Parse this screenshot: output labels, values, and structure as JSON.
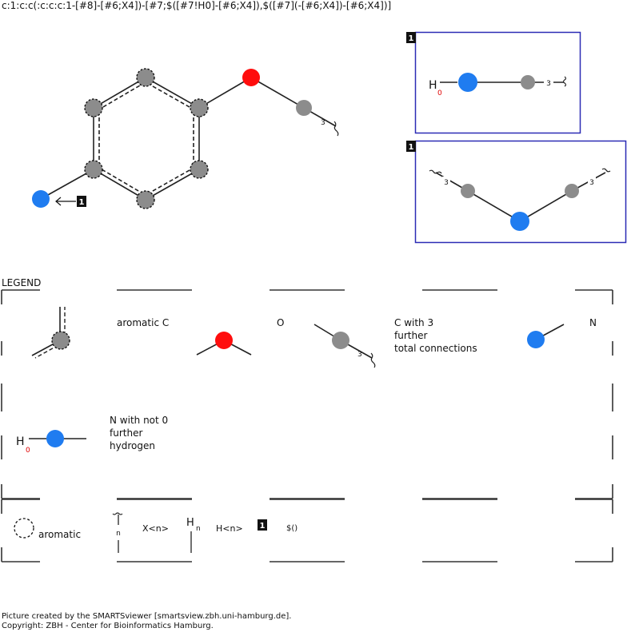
{
  "smarts": "c:1:c:c(:c:c:c:1-[#8]-[#6;X4])-[#7;$([#7!H0]-[#6;X4]),$([#7](-[#6;X4])-[#6;X4])]",
  "main": {
    "connectivity_label": "3",
    "recursive_marker": "1"
  },
  "recursive_box_1": {
    "marker": "1",
    "hydrogen_symbol": "H",
    "hydrogen_count": "0",
    "connectivity_label": "3"
  },
  "recursive_box_2": {
    "marker": "1",
    "left_connectivity": "3",
    "right_connectivity": "3"
  },
  "legend": {
    "title": "LEGEND",
    "aromatic_c": "aromatic C",
    "oxygen": "O",
    "c_with_3_line1": "C with 3",
    "c_with_3_line2": "further",
    "c_with_3_line3": "total connections",
    "c_with_3_subscript": "3",
    "nitrogen": "N",
    "n_not_0_line1": "N with not 0",
    "n_not_0_line2": "further",
    "n_not_0_line3": "hydrogen",
    "n_hydrogen_symbol": "H",
    "n_hydrogen_count": "0",
    "aromatic": "aromatic",
    "x_n": "X<n>",
    "x_n_subscript": "n",
    "h_n": "H<n>",
    "h_n_symbol": "H",
    "h_n_subscript": "n",
    "recursive_marker": "1",
    "recursive": "$()"
  },
  "colors": {
    "carbon": "#8c8c8c",
    "oxygen": "#ff0d0d",
    "nitrogen": "#1f7cf0",
    "box_border": "#2b2bb5",
    "hydrogen_count": "#e00000"
  },
  "footer": {
    "line1": "Picture created by the SMARTSviewer [smartsview.zbh.uni-hamburg.de].",
    "line2": "Copyright: ZBH - Center for Bioinformatics Hamburg."
  }
}
